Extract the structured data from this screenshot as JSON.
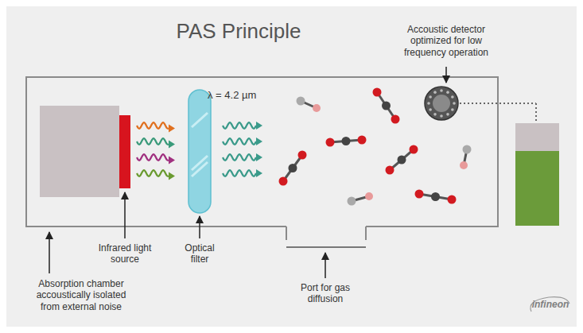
{
  "diagram": {
    "title": "PAS Principle",
    "labels": [
      "λ = 4.2 µm",
      "Accoustic detector optimized for low frequency operation",
      "Infrared light source",
      "Optical filter",
      "Absorption chamber accoustically isolated from external noise",
      "Port for gas diffusion",
      "infineon"
    ]
  }
}
